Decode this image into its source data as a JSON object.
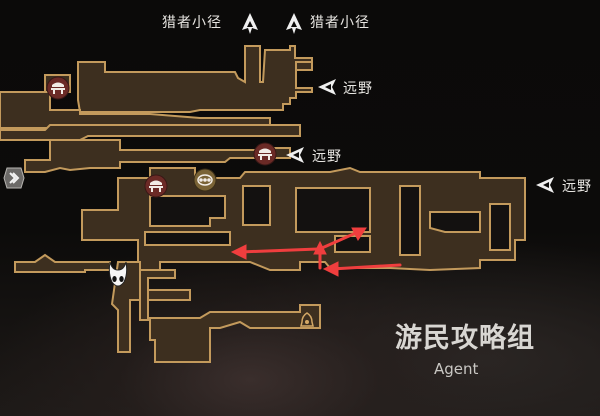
{
  "map": {
    "area_type": "game-map",
    "colors": {
      "room_fill": "#3d2f1f",
      "room_border": "#c39a5c",
      "route_arrow": "#f03e3e",
      "background": "#0b0a09",
      "label_text": "#e8e6e2",
      "pin_red": "#6b2a26",
      "pin_gold": "#7a6336"
    },
    "exits": [
      {
        "id": "exit-hunters-path-left",
        "label": "猎者小径",
        "icon": "exit-arrow-icon"
      },
      {
        "id": "exit-hunters-path-right",
        "label": "猎者小径",
        "icon": "exit-arrow-icon"
      },
      {
        "id": "exit-far-fields-top",
        "label": "远野",
        "icon": "exit-arrow-icon"
      },
      {
        "id": "exit-far-fields-mid",
        "label": "远野",
        "icon": "exit-arrow-icon"
      },
      {
        "id": "exit-far-fields-right",
        "label": "远野",
        "icon": "exit-arrow-icon"
      }
    ],
    "pins": [
      {
        "id": "bench-pin-1",
        "icon": "bench-icon"
      },
      {
        "id": "bench-pin-2",
        "icon": "bench-icon"
      },
      {
        "id": "bench-pin-3",
        "icon": "bench-icon"
      },
      {
        "id": "vendor-pin",
        "icon": "coin-icon"
      },
      {
        "id": "fast-travel-pin",
        "icon": "chevrons-icon"
      },
      {
        "id": "bell-pin",
        "icon": "bell-icon"
      },
      {
        "id": "player-pin",
        "icon": "hornet-mask-icon"
      }
    ]
  },
  "watermark": {
    "title": "游民攻略组",
    "subtitle": "Agent"
  }
}
